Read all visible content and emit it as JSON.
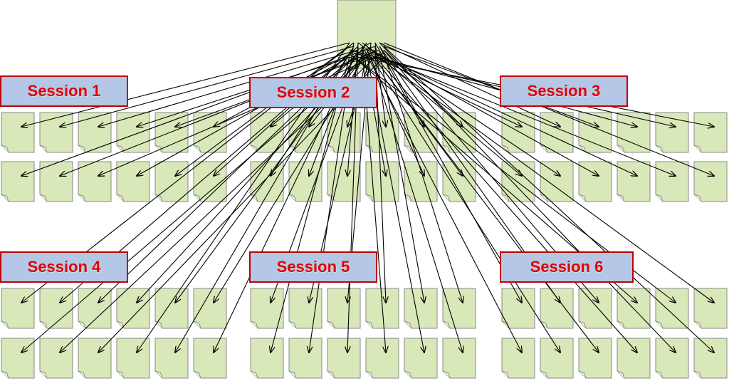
{
  "sessions": [
    {
      "label": "Session 1"
    },
    {
      "label": "Session 2"
    },
    {
      "label": "Session 3"
    },
    {
      "label": "Session 4"
    },
    {
      "label": "Session 5"
    },
    {
      "label": "Session 6"
    }
  ],
  "colors": {
    "doc_fill": "#d8e8b8",
    "doc_stroke": "#8a8a8a",
    "label_fill": "#b4c7e7",
    "label_border": "#c00000",
    "label_text": "#e00000",
    "arrow": "#000000"
  },
  "icons": {
    "root": "document-icon",
    "child": "document-icon"
  }
}
